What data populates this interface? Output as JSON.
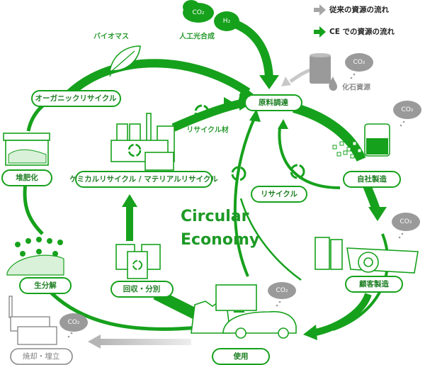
{
  "legend": {
    "conventional_label": "従来の資源の流れ",
    "ce_label": "CE での資源の流れ",
    "conventional_color": "#a6a6a6",
    "ce_color": "#16a11c"
  },
  "title": {
    "line1": "Circular",
    "line2": "Economy"
  },
  "nodes": {
    "procurement": "原料調達",
    "in_house_manufacturing": "自社製造",
    "customer_manufacturing": "顧客製造",
    "use": "使用",
    "collection_sorting": "回収・分別",
    "chemical_material_recycle": "ケミカルリサイクル / マテリアルリサイクル",
    "recycle": "リサイクル",
    "biodegradation": "生分解",
    "composting": "堆肥化",
    "organic_recycle": "オーガニックリサイクル",
    "incineration_landfill": "焼却・埋立"
  },
  "free_labels": {
    "biomass": "バイオマス",
    "artificial_photosynthesis": "人工光合成",
    "recycled_material": "リサイクル材",
    "fossil_resources": "化石資源"
  },
  "clouds": {
    "co2": "CO₂",
    "h2": "H₂"
  },
  "colors": {
    "ce_green": "#16a11c",
    "label_green": "#1e7f23",
    "grey": "#9a9a9a"
  }
}
